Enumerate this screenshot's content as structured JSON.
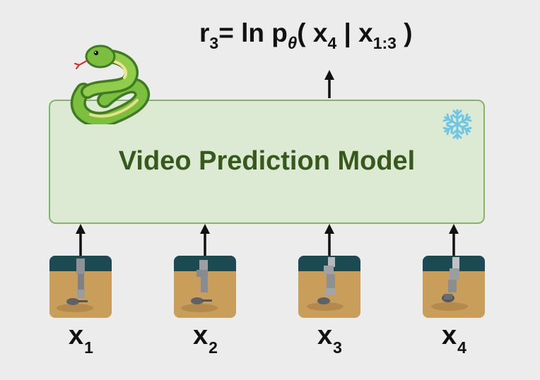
{
  "formula": {
    "r": "r",
    "r_sub": "3",
    "eq_ln": "= ln p",
    "theta": "θ",
    "open": "( x",
    "x_sub": "4",
    "bar": " | x",
    "cond_sub": "1:3",
    "close": " )"
  },
  "model": {
    "title": "Video Prediction Model",
    "frozen_icon": "snowflake-icon",
    "mascot_icon": "snake-icon",
    "box_fill": "#dcead3",
    "box_border": "#86b36a",
    "title_color": "#375a1c"
  },
  "frames": [
    {
      "label": "x",
      "sub": "1"
    },
    {
      "label": "x",
      "sub": "2"
    },
    {
      "label": "x",
      "sub": "3"
    },
    {
      "label": "x",
      "sub": "4"
    }
  ]
}
